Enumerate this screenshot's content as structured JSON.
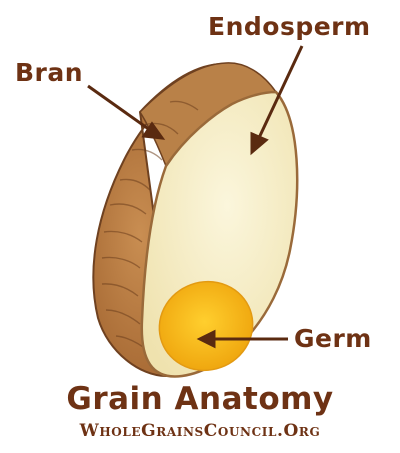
{
  "labels": {
    "endosperm": "Endosperm",
    "bran": "Bran",
    "germ": "Germ"
  },
  "title": "Grain Anatomy",
  "source": "WholeGrainsCouncil.Org",
  "colors": {
    "text": "#6e3214",
    "bran": "#b77b43",
    "bran_dark": "#7b4a22",
    "endosperm": "#f8f0c9",
    "germ": "#f6b716",
    "arrow": "#5a2a10"
  }
}
